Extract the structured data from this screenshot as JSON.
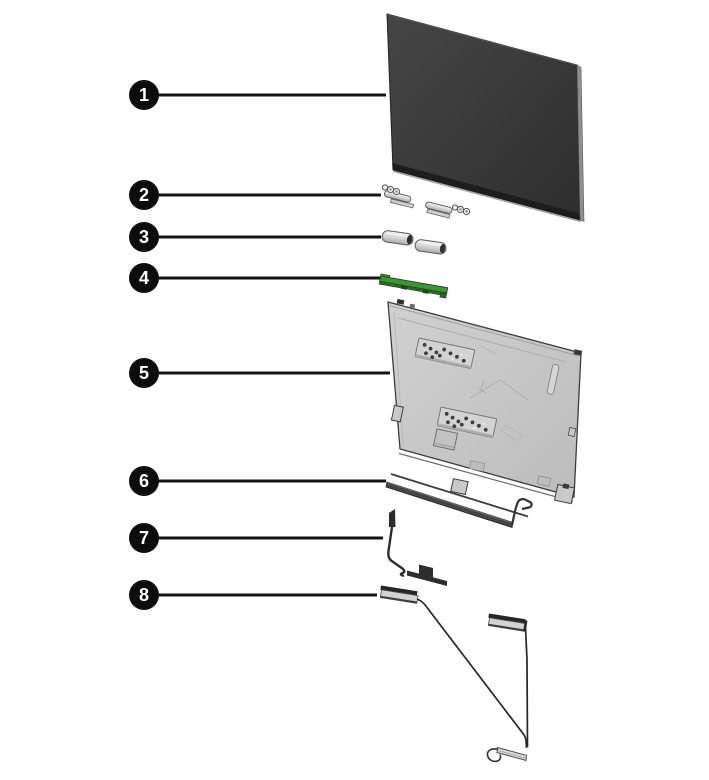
{
  "figure": {
    "kind": "exploded-parts-diagram",
    "callouts": [
      {
        "number": "1",
        "target": "display-panel"
      },
      {
        "number": "2",
        "target": "hinges"
      },
      {
        "number": "3",
        "target": "hinge-covers"
      },
      {
        "number": "4",
        "target": "sensor-board"
      },
      {
        "number": "5",
        "target": "display-back-cover"
      },
      {
        "number": "6",
        "target": "trim-strip"
      },
      {
        "number": "7",
        "target": "display-cable"
      },
      {
        "number": "8",
        "target": "antenna-kit"
      }
    ],
    "colors": {
      "background": "#ffffff",
      "callout_fill": "#0d0d0d",
      "callout_number": "#ffffff",
      "leader_line": "#141414",
      "panel_dark": "#3a3a3a",
      "cover_gray": "#c6c6c6",
      "board_green": "#3f9338",
      "metal_light": "#d9d9d9"
    }
  }
}
